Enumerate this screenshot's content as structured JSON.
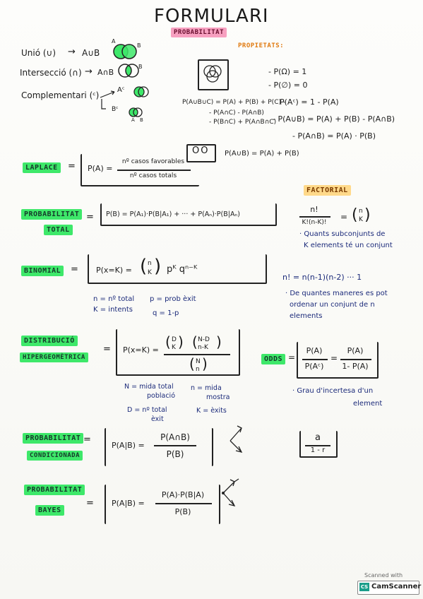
{
  "title": "FORMULARI",
  "sections": {
    "probabilitat_label": "PROBABILITAT",
    "propietats_label": "PROPIETATS:",
    "union": {
      "label": "Unió (∪)",
      "arrow": "→",
      "expr": "A∪B",
      "venn_a": "A",
      "venn_b": "B"
    },
    "intersection": {
      "label": "Intersecció (∩)",
      "arrow": "→",
      "expr": "A∩B",
      "venn_b": "B"
    },
    "complement": {
      "label": "Complementari (ᶜ)",
      "arrow": "→",
      "expr": "Aᶜ",
      "sub": "Bᶜ",
      "venn_a": "A",
      "venn_b": "B"
    },
    "props": {
      "p1": "- P(Ω) = 1",
      "p2": "- P(∅) = 0",
      "p3_lhs": "P(A∪B∪C) = P(A) + P(B) + P(C) -",
      "p3_rhs": "P(Aᶜ) = 1 - P(A)",
      "p4_a": "- P(A∩C) - P(A∩B)",
      "p4_b": "- P(B∩C) + P(A∩B∩C)",
      "p4_rhs": "- P(A∪B) = P(A) + P(B) - P(A∩B)",
      "p5": "- P(A∩B) = P(A) · P(B)",
      "p6": "P(A∪B) = P(A) + P(B)"
    },
    "laplace": {
      "label": "LAPLACE",
      "eq": "=",
      "lhs": "P(A) =",
      "num": "nº casos favorables",
      "den": "nº casos totals"
    },
    "factorial": {
      "label": "FACTORIAL",
      "num": "n!",
      "den": "K!(n-K)!",
      "eq": "=",
      "binom_top": "n",
      "binom_bot": "K",
      "desc1": "· Quants subconjunts de",
      "desc2": "K elements té un conjunt",
      "def": "n! = n(n-1)(n-2) ··· 1",
      "desc3": "· De quantes maneres es pot",
      "desc4": "ordenar un conjunt de n",
      "desc5": "elements"
    },
    "total": {
      "label1": "PROBABILITAT",
      "label2": "TOTAL",
      "eq": "=",
      "formula": "P(B) = P(A₁)·P(B|A₁) + ··· + P(Aₙ)·P(B|Aₙ)"
    },
    "binomial": {
      "label": "BINOMIAL",
      "eq": "=",
      "lhs": "P(x=K) =",
      "top": "n",
      "bot": "K",
      "rest": "pᴷ qⁿ⁻ᴷ",
      "n_def": "n = nº total",
      "k_def": "K = intents",
      "p_def": "p = prob èxit",
      "q_def": "q = 1-p"
    },
    "hyper": {
      "label1": "DISTRIBUCIÓ",
      "label2": "HIPERGEOMÈTRICA",
      "eq": "=",
      "lhs": "P(x=K) =",
      "t1": "D",
      "b1": "K",
      "t2": "N-D",
      "b2": "n-K",
      "t3": "N",
      "b3": "n",
      "N_def1": "N = mida total",
      "N_def2": "població",
      "n_def1": "n = mida",
      "n_def2": "mostra",
      "D_def1": "D = nº total",
      "D_def2": "èxit",
      "k_def": "K = èxits"
    },
    "odds": {
      "label": "ODDS",
      "eq": "=",
      "n1": "P(A)",
      "d1": "P(Aᶜ)",
      "mid": "=",
      "n2": "P(A)",
      "d2": "1- P(A)",
      "desc1": "· Grau d'incertesa d'un",
      "desc2": "element"
    },
    "cond": {
      "label1": "PROBABILITAT",
      "label2": "CONDICIONADA",
      "eq": "=",
      "lhs": "P(A|B) =",
      "num": "P(A∩B)",
      "den": "P(B)"
    },
    "geom": {
      "num": "a",
      "den": "1 - r"
    },
    "bayes": {
      "label1": "PROBABILITAT",
      "label2": "BAYES",
      "eq": "=",
      "lhs": "P(A|B) =",
      "num": "P(A)·P(B|A)",
      "den": "P(B)"
    },
    "circles_box": "OO"
  },
  "footer": {
    "scanned_with": "Scanned with",
    "brand_short": "CS",
    "brand": "CamScanner"
  }
}
